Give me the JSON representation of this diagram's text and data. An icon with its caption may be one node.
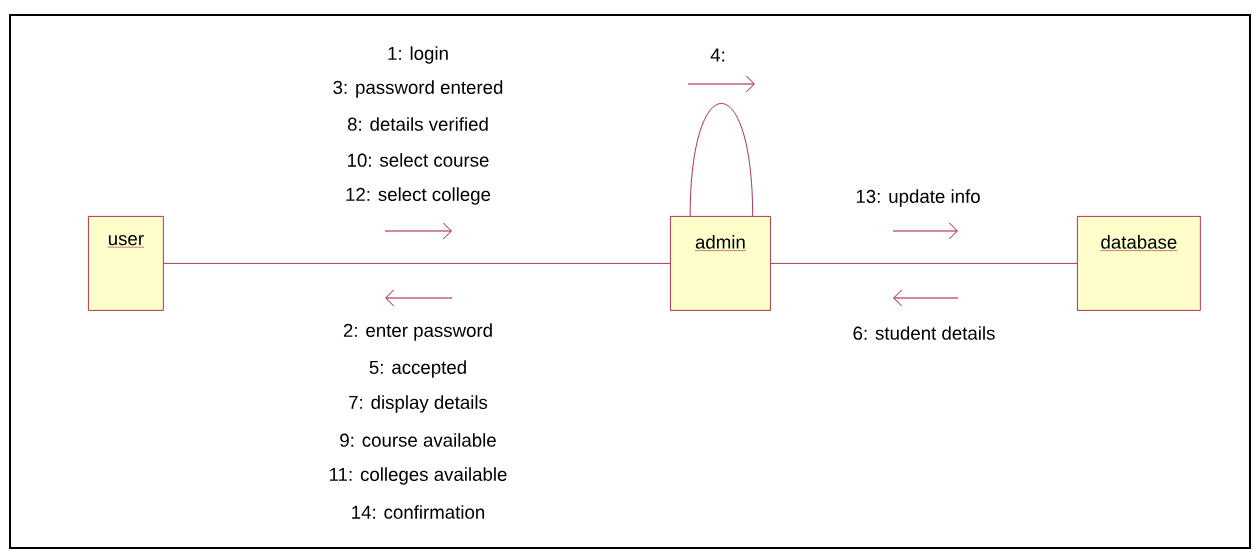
{
  "diagram": {
    "nodes": [
      {
        "text": [
          "user"
        ]
      },
      {
        "text": [
          "admin"
        ]
      },
      {
        "text": [
          "database"
        ]
      }
    ],
    "edges": [
      {
        "from": 0,
        "to": 1,
        "arrow": "none"
      },
      {
        "from": 1,
        "to": 1,
        "arrow": "none"
      },
      {
        "from": 1,
        "to": 2,
        "arrow": "none"
      }
    ],
    "labels": [
      "4:",
      "1: login",
      "3: password entered",
      "8: details verified",
      "10: select course",
      "12: select college",
      "13: update info",
      "2: enter password",
      "5: accepted",
      "7: display details",
      "9: course available",
      "11: colleges available",
      "14: confirmation",
      "6: student details"
    ]
  }
}
